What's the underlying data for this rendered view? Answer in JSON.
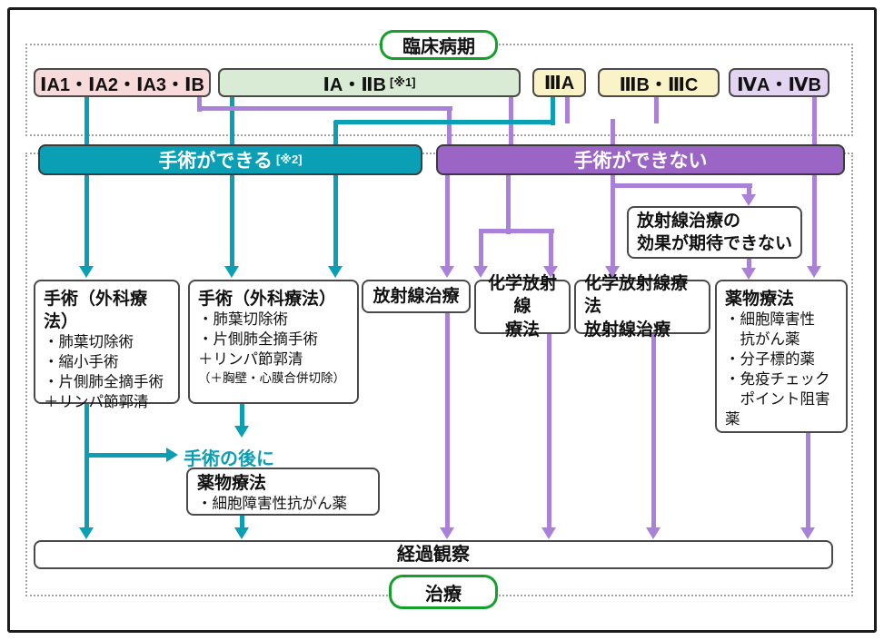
{
  "colors": {
    "teal": "#0A9FB5",
    "purple_banner": "#9B65C6",
    "purple_line": "#A981D8",
    "pink_fill": "#F9DADA",
    "green_fill": "#D9EBD4",
    "yellow_fill": "#FBF3C8",
    "lavender_fill": "#E3D5F1",
    "green_border": "#14A02A"
  },
  "pills": {
    "clinical_stage": "臨床病期",
    "treatment": "治療"
  },
  "stages": {
    "stage1": {
      "label": "ⅠA1・ⅠA2・ⅠA3・ⅠB"
    },
    "stage2": {
      "label": "ⅠA・ⅡB",
      "note": "[※1]"
    },
    "stage3": {
      "label": "ⅢA"
    },
    "stage4": {
      "label": "ⅢB・ⅢC"
    },
    "stage5": {
      "label": "ⅣA・ⅣB"
    }
  },
  "banners": {
    "operable": {
      "label": "手術ができる",
      "note": "[※2]"
    },
    "inoperable": {
      "label": "手術ができない"
    }
  },
  "boxes": {
    "surgery1": {
      "title": "手術（外科療法）",
      "items": [
        "・肺葉切除術",
        "・縮小手術",
        "・片側肺全摘手術",
        "＋リンパ節郭清"
      ]
    },
    "surgery2": {
      "title": "手術（外科療法）",
      "items": [
        "・肺葉切除術",
        "・片側肺全摘手術",
        "＋リンパ節郭清"
      ],
      "note": "（＋胸壁・心膜合併切除）"
    },
    "radiation": {
      "title": "放射線治療"
    },
    "chemoradiation": {
      "line1": "化学放射線",
      "line2": "療法"
    },
    "chemoradiation_radiation": {
      "line1": "化学放射線療法",
      "line2": "放射線治療"
    },
    "radiation_ineffective": {
      "line1": "放射線治療の",
      "line2": "効果が期待できない"
    },
    "drug_therapy": {
      "title": "薬物療法",
      "items": [
        "・細胞障害性",
        "　抗がん薬",
        "・分子標的薬",
        "・免疫チェック",
        "　ポイント阻害薬"
      ]
    },
    "post_surgery": {
      "label": "手術の後に"
    },
    "drug_therapy_post": {
      "title": "薬物療法",
      "items": [
        "・細胞障害性抗がん薬"
      ]
    },
    "followup": {
      "label": "経過観察"
    }
  }
}
